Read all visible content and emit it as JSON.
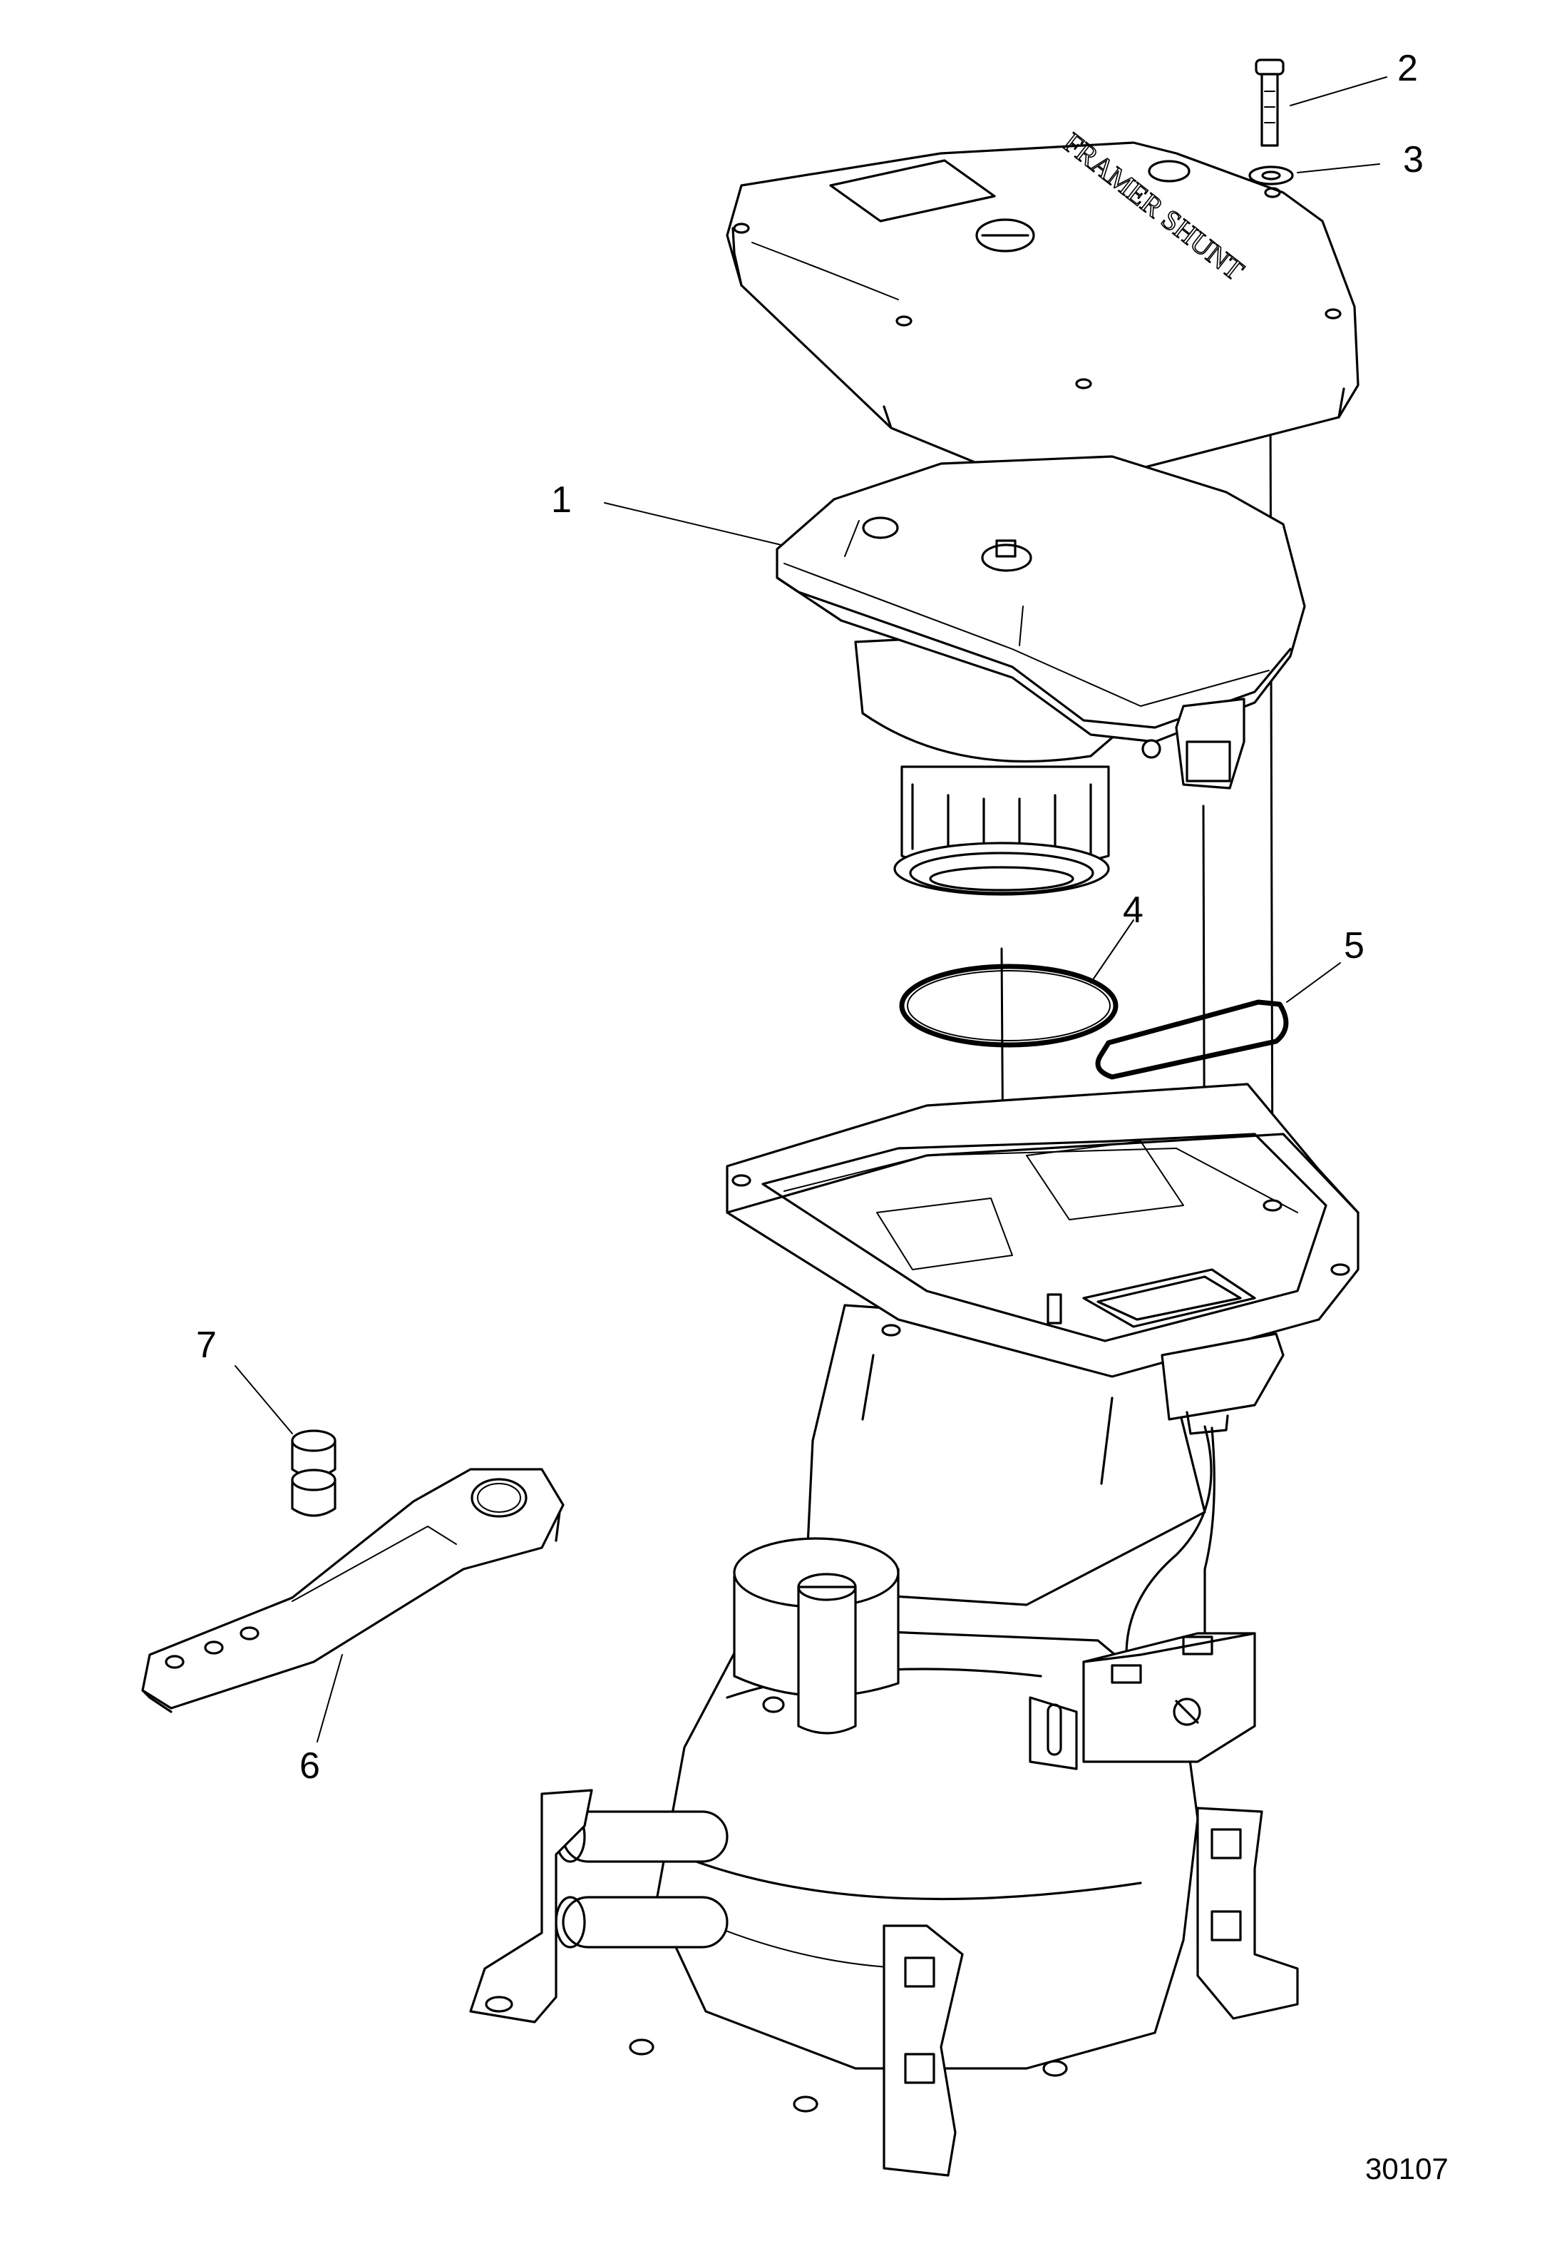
{
  "callouts": [
    {
      "id": "1",
      "label": "1"
    },
    {
      "id": "2",
      "label": "2"
    },
    {
      "id": "3",
      "label": "3"
    },
    {
      "id": "4",
      "label": "4"
    },
    {
      "id": "5",
      "label": "5"
    },
    {
      "id": "6",
      "label": "6"
    },
    {
      "id": "7",
      "label": "7"
    }
  ],
  "cover_text": "FRAMER SHUNT",
  "figure_number": "30107"
}
